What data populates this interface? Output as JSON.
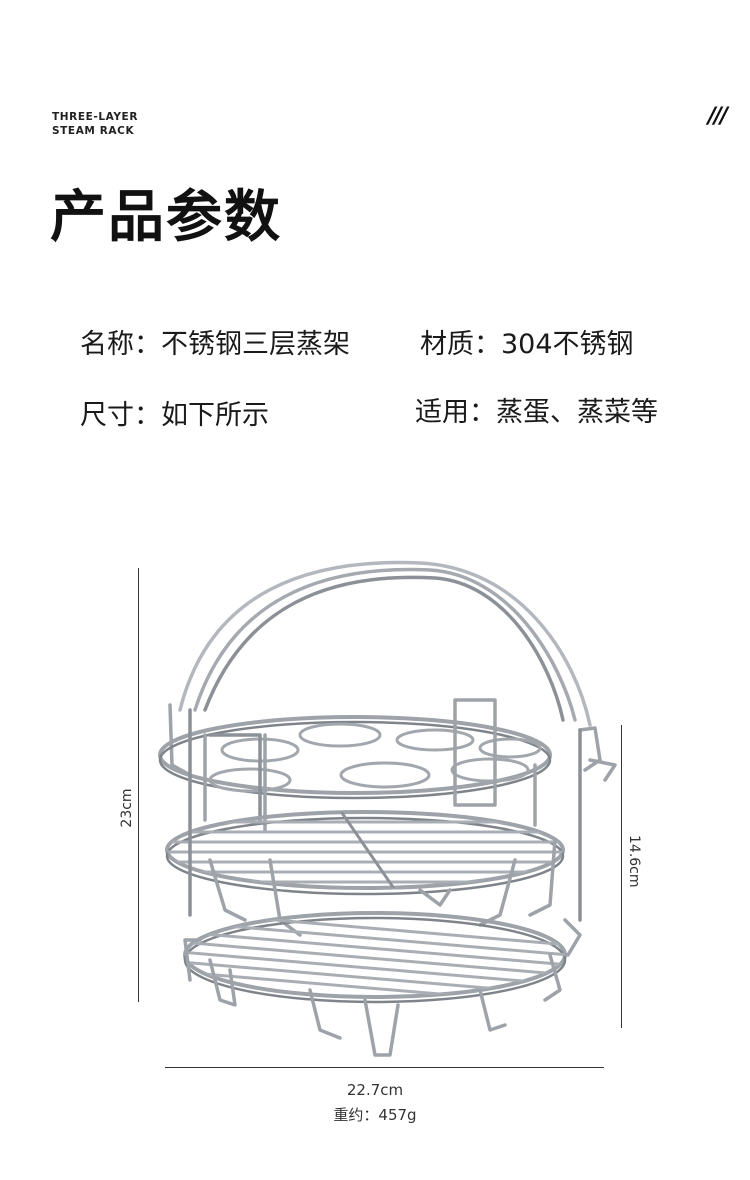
{
  "brand": {
    "line1": "THREE-LAYER",
    "line2": "STEAM RACK"
  },
  "corner_mark": "///",
  "title": "产品参数",
  "specs": {
    "name": "名称：不锈钢三层蒸架",
    "material": "材质：304不锈钢",
    "size": "尺寸：如下所示",
    "usage": "适用：蒸蛋、蒸菜等"
  },
  "dimensions": {
    "height": "23cm",
    "layer_height": "14.6cm",
    "width": "22.7cm",
    "weight": "重约：457g"
  },
  "image": {
    "subject": "steam-rack",
    "metal_color": "#a9adb3",
    "metal_dark": "#6f747a"
  }
}
